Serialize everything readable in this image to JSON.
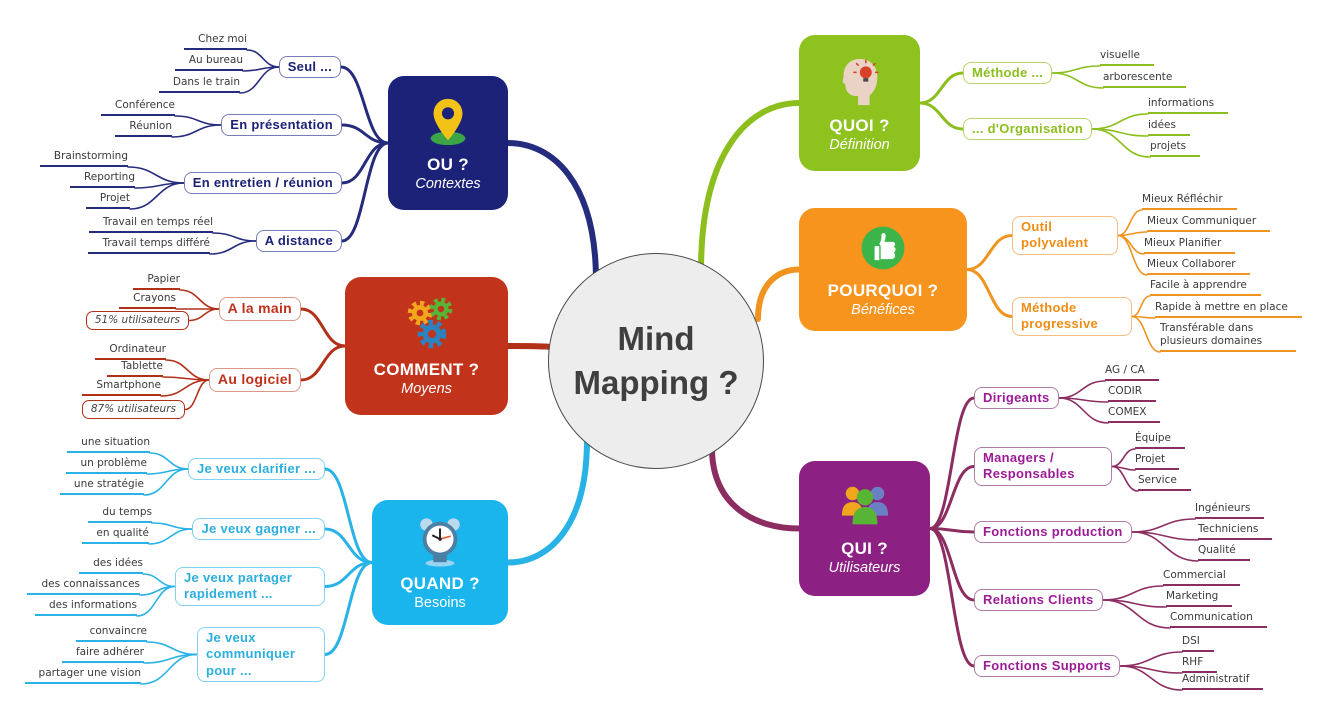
{
  "center": {
    "line1": "Mind",
    "line2": "Mapping ?",
    "title": "Mind Mapping ?"
  },
  "colors": {
    "navy": "#1B2277",
    "red": "#C1341B",
    "cyan": "#19B5EC",
    "green": "#8DC21F",
    "orange": "#F7941E",
    "purple": "#8C2183",
    "center_fill": "#EDEDED",
    "center_text": "#3F3F3F"
  },
  "branches": {
    "ou": {
      "title": "OU ?",
      "subtitle": "Contextes",
      "icon": "map-pin-icon",
      "subtopics": [
        {
          "label": "Seul ...",
          "leaves": [
            "Chez moi",
            "Au bureau",
            "Dans le train"
          ]
        },
        {
          "label": "En présentation",
          "leaves": [
            "Conférence",
            "Réunion"
          ]
        },
        {
          "label": "En entretien / réunion",
          "leaves": [
            "Brainstorming",
            "Reporting",
            "Projet"
          ]
        },
        {
          "label": "A distance",
          "leaves": [
            "Travail en temps réel",
            "Travail temps différé"
          ]
        }
      ]
    },
    "comment": {
      "title": "COMMENT ?",
      "subtitle": "Moyens",
      "icon": "gears-icon",
      "subtopics": [
        {
          "label": "A la main",
          "leaves": [
            "Papier",
            "Crayons",
            "51% utilisateurs"
          ]
        },
        {
          "label": "Au logiciel",
          "leaves": [
            "Ordinateur",
            "Tablette",
            "Smartphone",
            "87% utilisateurs"
          ]
        }
      ]
    },
    "quand": {
      "title": "QUAND ?",
      "subtitle": "Besoins",
      "icon": "alarm-clock-icon",
      "subtopics": [
        {
          "label": "Je veux clarifier ...",
          "leaves": [
            "une situation",
            "un problème",
            "une stratégie"
          ]
        },
        {
          "label": "Je veux gagner ...",
          "leaves": [
            "du temps",
            "en qualité"
          ]
        },
        {
          "label": "Je veux partager rapidement ...",
          "leaves": [
            "des idées",
            "des connaissances",
            "des informations"
          ]
        },
        {
          "label": "Je veux communiquer pour ...",
          "leaves": [
            "convaincre",
            "faire adhérer",
            "partager une vision"
          ]
        }
      ]
    },
    "quoi": {
      "title": "QUOI ?",
      "subtitle": "Définition",
      "icon": "head-idea-icon",
      "subtopics": [
        {
          "label": "Méthode ...",
          "leaves": [
            "visuelle",
            "arborescente"
          ]
        },
        {
          "label": "... d'Organisation",
          "leaves": [
            "informations",
            "idées",
            "projets"
          ]
        }
      ]
    },
    "pourquoi": {
      "title": "POURQUOI ?",
      "subtitle": "Bénéfices",
      "icon": "thumbs-up-icon",
      "subtopics": [
        {
          "label": "Outil polyvalent",
          "leaves": [
            "Mieux Réfléchir",
            "Mieux Communiquer",
            "Mieux Planifier",
            "Mieux Collaborer"
          ]
        },
        {
          "label": "Méthode progressive",
          "leaves": [
            "Facile à apprendre",
            "Rapide à mettre en place",
            "Transférable dans plusieurs domaines"
          ]
        }
      ]
    },
    "qui": {
      "title": "QUI ?",
      "subtitle": "Utilisateurs",
      "icon": "people-icon",
      "subtopics": [
        {
          "label": "Dirigeants",
          "leaves": [
            "AG / CA",
            "CODIR",
            "COMEX"
          ]
        },
        {
          "label": "Managers / Responsables",
          "leaves": [
            "Équipe",
            "Projet",
            "Service"
          ]
        },
        {
          "label": "Fonctions production",
          "leaves": [
            "Ingénieurs",
            "Techniciens",
            "Qualité"
          ]
        },
        {
          "label": "Relations Clients",
          "leaves": [
            "Commercial",
            "Marketing",
            "Communication"
          ]
        },
        {
          "label": "Fonctions Supports",
          "leaves": [
            "DSI",
            "RHF",
            "Administratif"
          ]
        }
      ]
    }
  }
}
